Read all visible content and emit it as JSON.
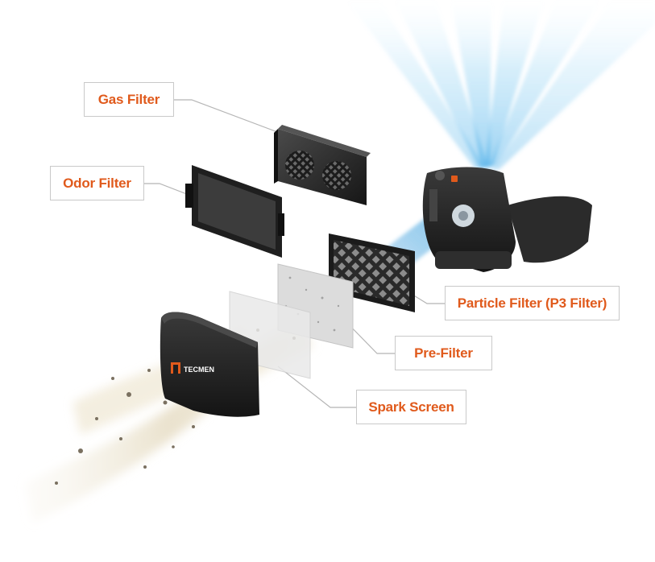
{
  "labels": {
    "gas_filter": "Gas Filter",
    "odor_filter": "Odor Filter",
    "particle_filter": "Particle Filter (P3 Filter)",
    "pre_filter": "Pre-Filter",
    "spark_screen": "Spark Screen"
  },
  "brand": {
    "logo_text": "TECMEN"
  },
  "colors": {
    "label_text": "#e05a1c",
    "label_border": "#c9c9c9",
    "leader_line": "#b5b5b5",
    "airflow": "#4fb6ea",
    "unit_body": "#1e1e1e"
  }
}
